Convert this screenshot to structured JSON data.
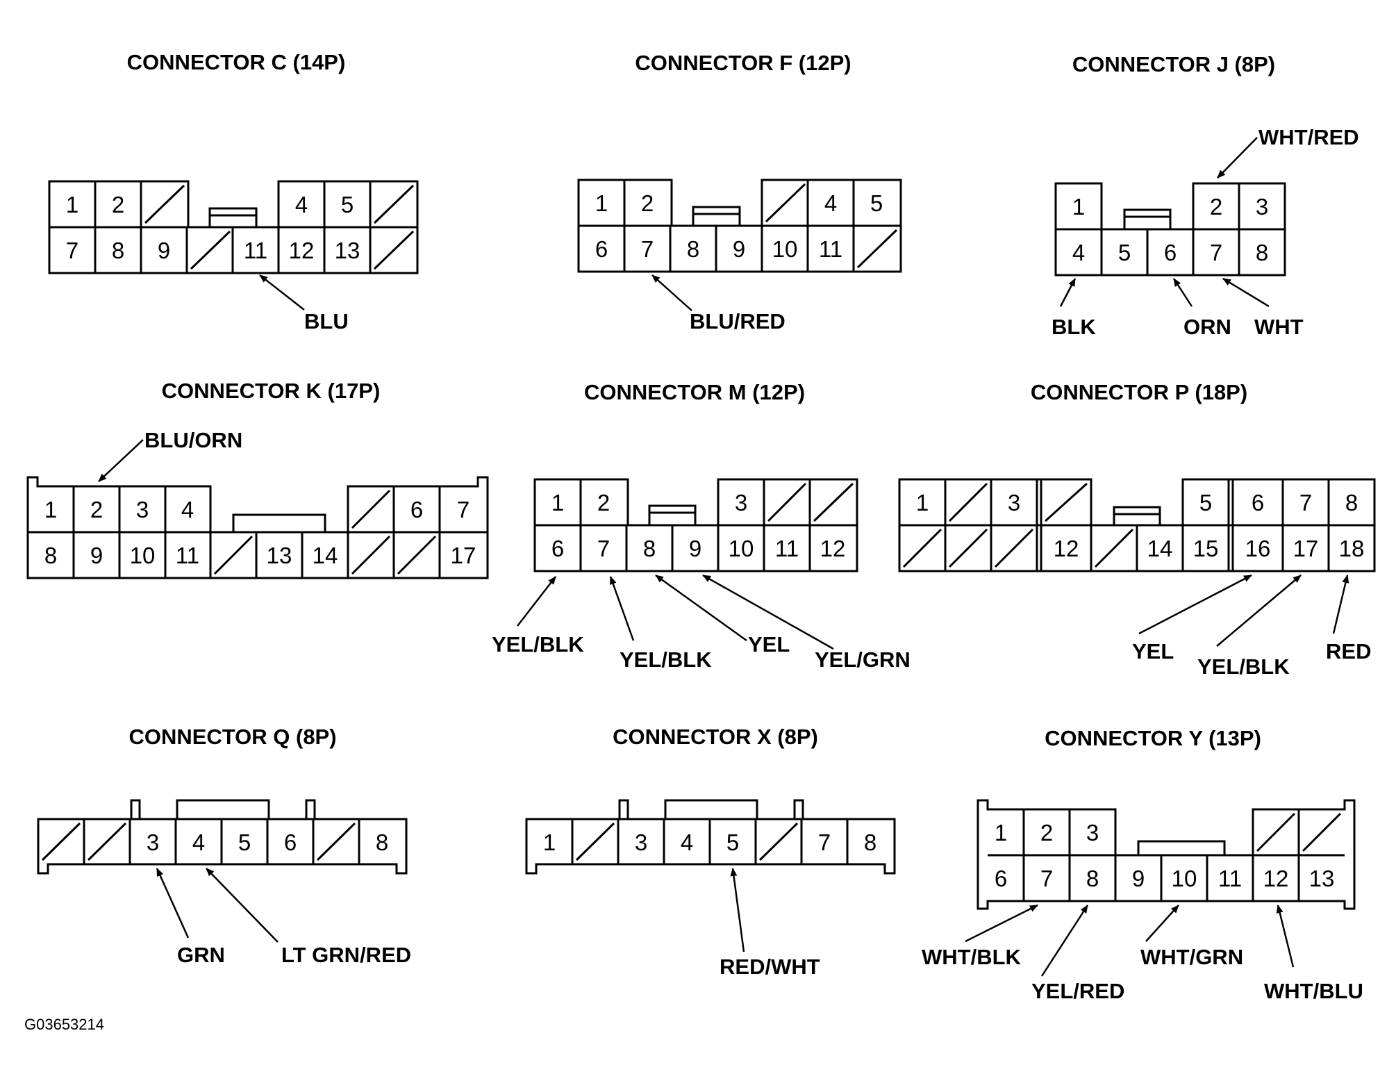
{
  "image_code": "G03653214",
  "connectors": {
    "c": {
      "title": "CONNECTOR C (14P)",
      "pins": [
        "1",
        "2",
        "4",
        "5",
        "7",
        "8",
        "9",
        "11",
        "12",
        "13"
      ],
      "wires": [
        "BLU"
      ]
    },
    "f": {
      "title": "CONNECTOR F (12P)",
      "pins": [
        "1",
        "2",
        "4",
        "5",
        "6",
        "7",
        "8",
        "9",
        "10",
        "11"
      ],
      "wires": [
        "BLU/RED"
      ]
    },
    "j": {
      "title": "CONNECTOR J (8P)",
      "pins": [
        "1",
        "2",
        "3",
        "4",
        "5",
        "6",
        "7",
        "8"
      ],
      "wires": [
        "WHT/RED",
        "BLK",
        "ORN",
        "WHT"
      ]
    },
    "k": {
      "title": "CONNECTOR K (17P)",
      "pins": [
        "1",
        "2",
        "3",
        "4",
        "6",
        "7",
        "8",
        "9",
        "10",
        "11",
        "13",
        "14",
        "17"
      ],
      "wires": [
        "BLU/ORN"
      ]
    },
    "m": {
      "title": "CONNECTOR M (12P)",
      "pins": [
        "1",
        "2",
        "3",
        "6",
        "7",
        "8",
        "9",
        "10",
        "11",
        "12"
      ],
      "wires": [
        "YEL/BLK",
        "YEL/BLK",
        "YEL",
        "YEL/GRN"
      ]
    },
    "p": {
      "title": "CONNECTOR P (18P)",
      "pins": [
        "1",
        "3",
        "5",
        "6",
        "7",
        "8",
        "12",
        "14",
        "15",
        "16",
        "17",
        "18"
      ],
      "wires": [
        "YEL",
        "YEL/BLK",
        "RED"
      ]
    },
    "q": {
      "title": "CONNECTOR Q (8P)",
      "pins": [
        "3",
        "4",
        "5",
        "6",
        "8"
      ],
      "wires": [
        "GRN",
        "LT GRN/RED"
      ]
    },
    "x": {
      "title": "CONNECTOR X (8P)",
      "pins": [
        "1",
        "3",
        "4",
        "5",
        "7",
        "8"
      ],
      "wires": [
        "RED/WHT"
      ]
    },
    "y": {
      "title": "CONNECTOR Y (13P)",
      "pins": [
        "1",
        "2",
        "3",
        "6",
        "7",
        "8",
        "9",
        "10",
        "11",
        "12",
        "13"
      ],
      "wires": [
        "WHT/BLK",
        "YEL/RED",
        "WHT/GRN",
        "WHT/BLU"
      ]
    }
  }
}
